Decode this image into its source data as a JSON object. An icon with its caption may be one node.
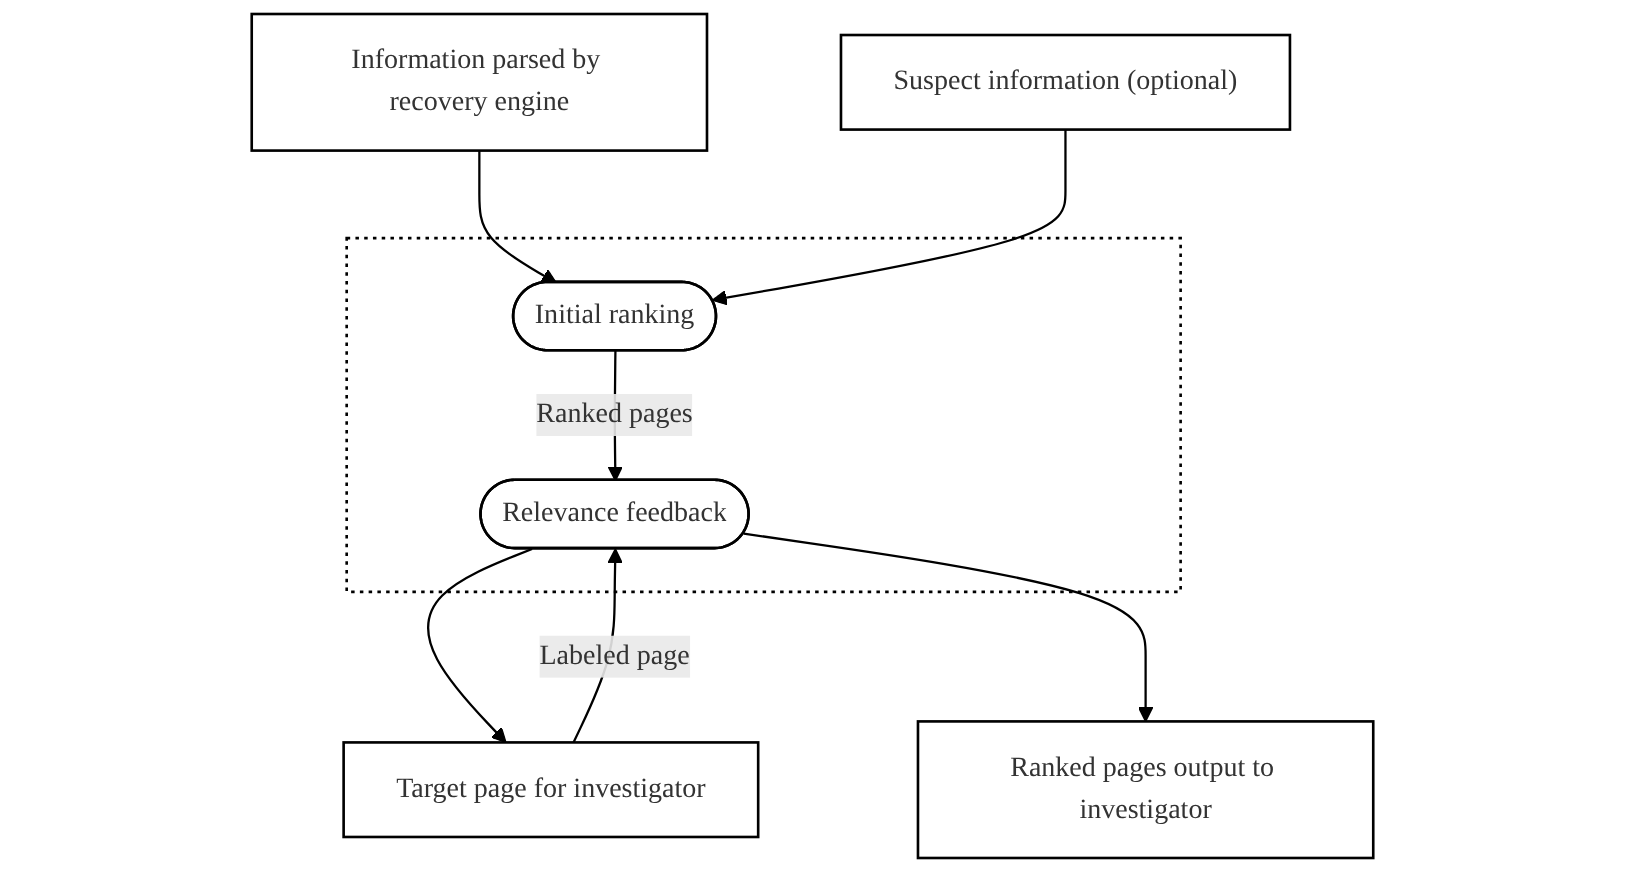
{
  "diagram": {
    "nodes": [
      {
        "text": [
          "Information parsed by recovery engine"
        ]
      },
      {
        "text": [
          "Suspect information (optional)"
        ]
      },
      {
        "text": [],
        "shape": "box"
      },
      {
        "text": [
          "Initial ranking"
        ],
        "in": 2
      },
      {
        "text": [
          "Relevance feedback"
        ],
        "in": 2
      },
      {
        "text": [
          "Target page for investigator"
        ]
      },
      {
        "text": [
          "Ranked pages output to investigator"
        ]
      }
    ],
    "edges": [
      {
        "from": 0,
        "to": 3,
        "arrow": "to"
      },
      {
        "from": 1,
        "to": 3,
        "arrow": "to"
      },
      {
        "from": 3,
        "to": 4,
        "arrow": "to",
        "label": "Ranked pages"
      },
      {
        "from": 4,
        "to": 5,
        "arrow": "to"
      },
      {
        "from": 5,
        "to": 4,
        "arrow": "to",
        "label": "Labeled page"
      },
      {
        "from": 4,
        "to": 6,
        "arrow": "to"
      }
    ]
  }
}
